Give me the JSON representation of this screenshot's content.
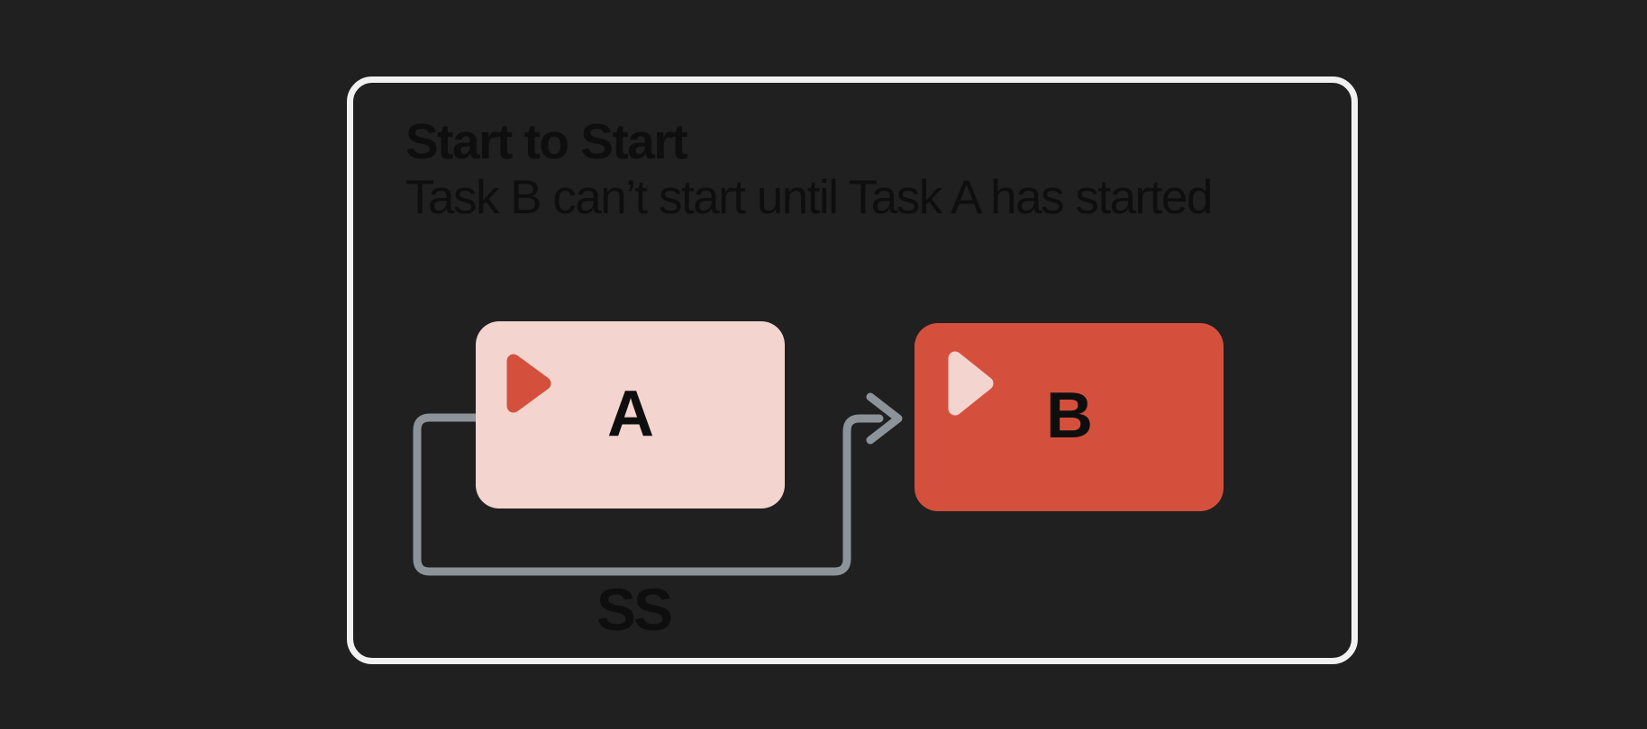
{
  "canvas": {
    "background": "#202021"
  },
  "card": {
    "title": "Start to Start",
    "subtitle": "Task B can’t start until Task A has started",
    "border_color": "#f2f1f2",
    "text_color": "#0e0e0e"
  },
  "tasks": [
    {
      "label": "A",
      "fill": "#f3d4ce",
      "play_icon_color": "#d5503c",
      "label_color": "#0e0e0e"
    },
    {
      "label": "B",
      "fill": "#d5503c",
      "play_icon_color": "#f3d4ce",
      "label_color": "#0e0e0e"
    }
  ],
  "connector": {
    "label": "SS",
    "line_color": "#8c9499",
    "label_color": "#0e0e0e"
  }
}
